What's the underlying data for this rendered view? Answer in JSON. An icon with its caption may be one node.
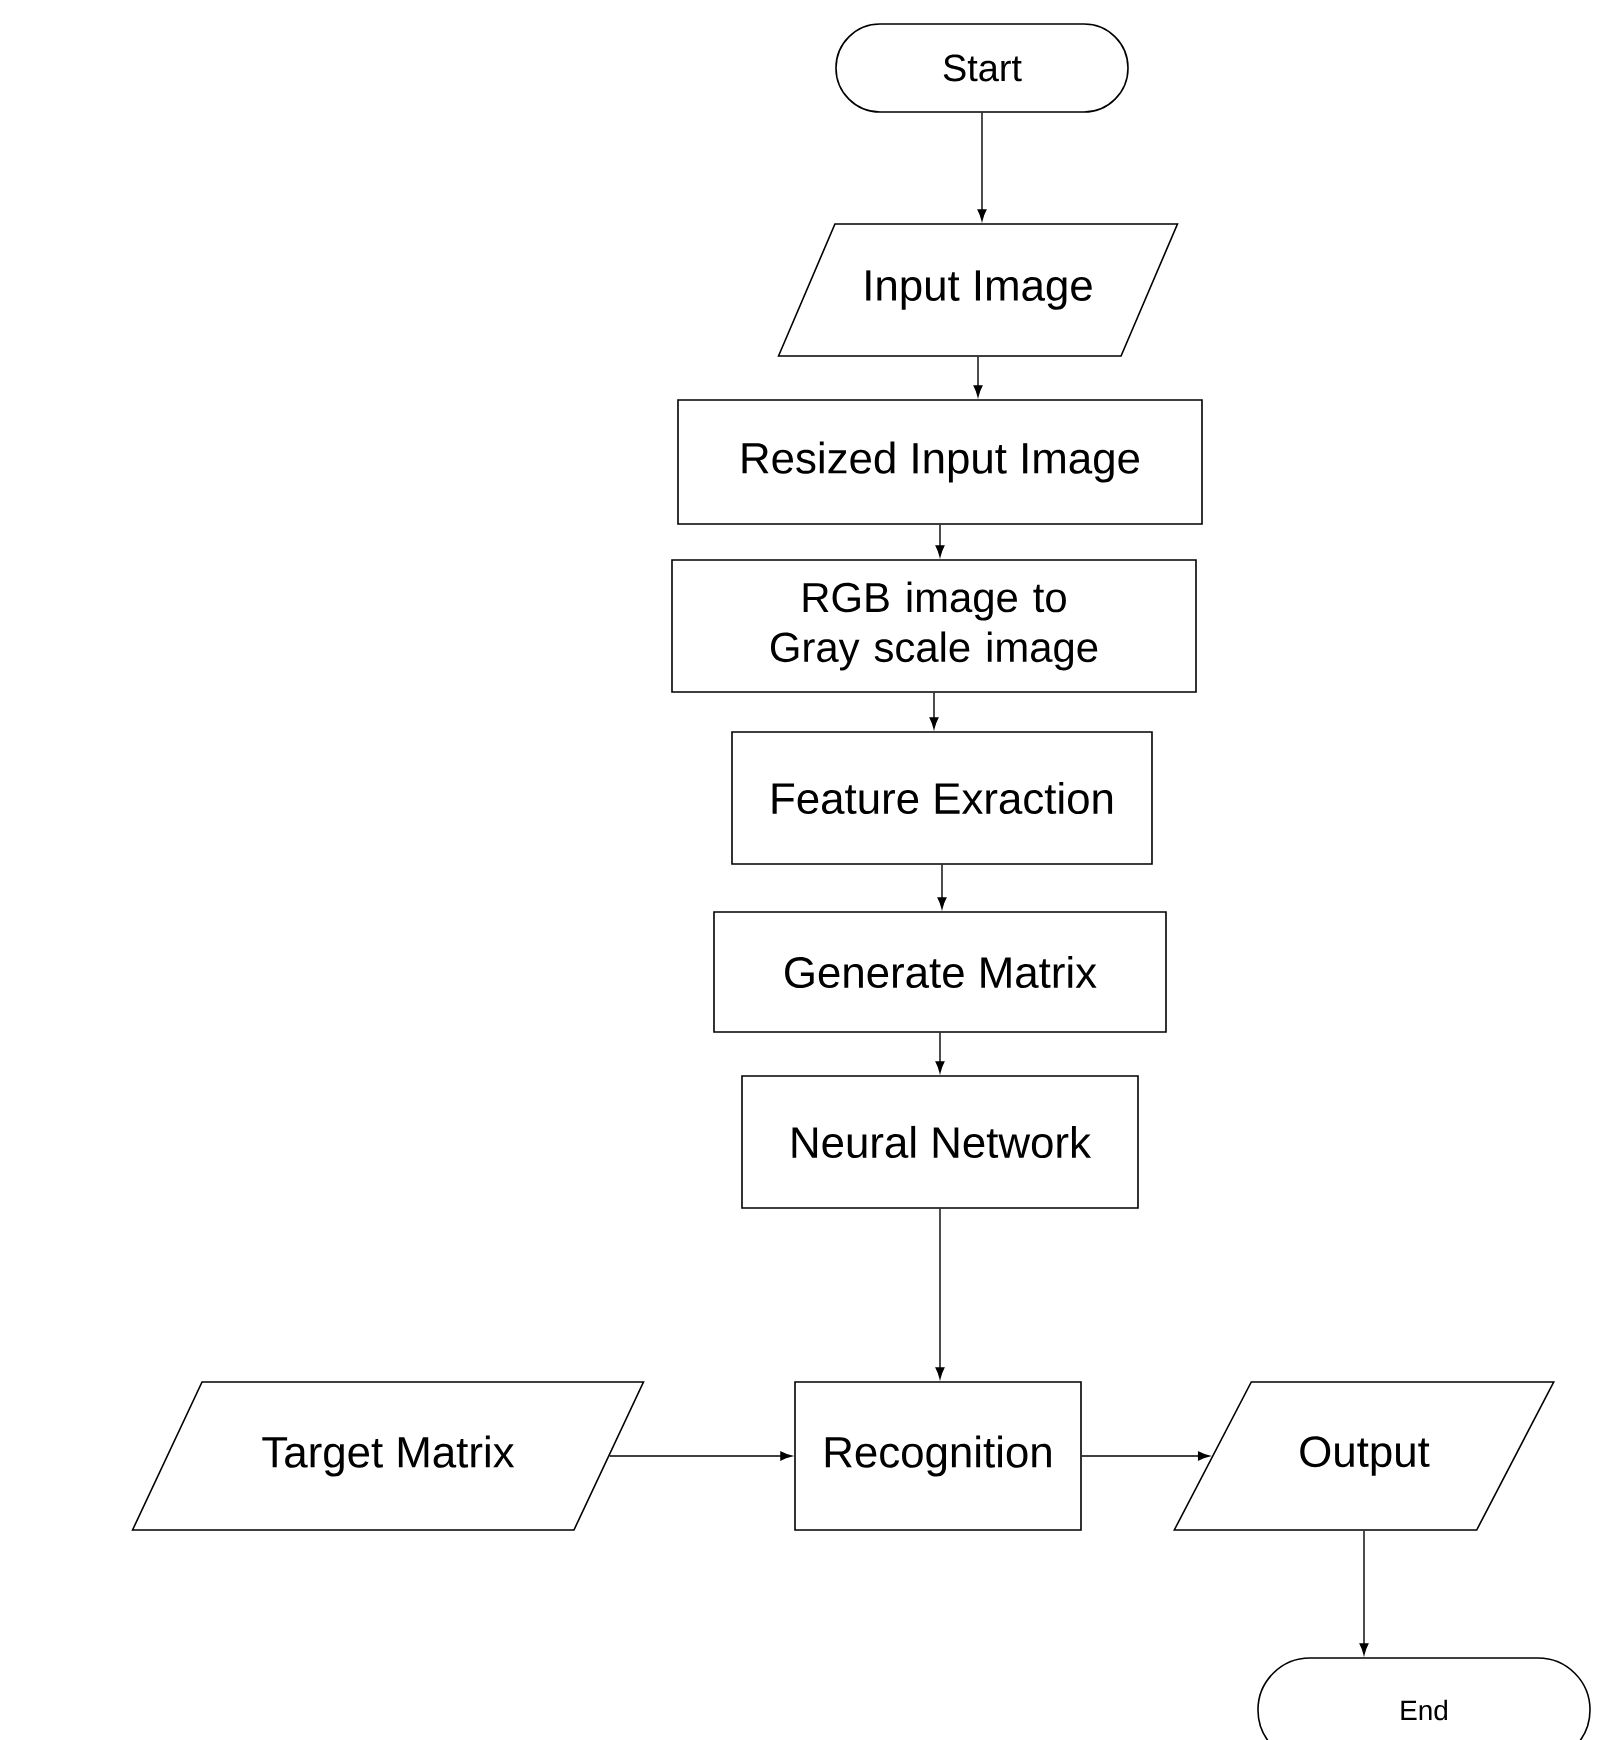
{
  "diagram": {
    "nodes": [
      {
        "text": [
          "Start"
        ]
      },
      {
        "text": [
          "Input Image"
        ]
      },
      {
        "text": [
          "Resized Input Image"
        ]
      },
      {
        "text": [
          "RGB image to Gray scale image"
        ]
      },
      {
        "text": [
          "Feature Exraction"
        ]
      },
      {
        "text": [
          "Generate Matrix"
        ]
      },
      {
        "text": [
          "Neural Network"
        ]
      },
      {
        "text": [
          "Target Matrix"
        ]
      },
      {
        "text": [
          "Recognition"
        ]
      },
      {
        "text": [
          "Output"
        ]
      },
      {
        "text": [
          "End"
        ]
      }
    ],
    "edges": [
      {
        "from": 0,
        "to": 1,
        "arrow": "to"
      },
      {
        "from": 1,
        "to": 2,
        "arrow": "to"
      },
      {
        "from": 2,
        "to": 3,
        "arrow": "to"
      },
      {
        "from": 3,
        "to": 4,
        "arrow": "to"
      },
      {
        "from": 4,
        "to": 5,
        "arrow": "to"
      },
      {
        "from": 5,
        "to": 6,
        "arrow": "to"
      },
      {
        "from": 6,
        "to": 8,
        "arrow": "to"
      },
      {
        "from": 7,
        "to": 8,
        "arrow": "to"
      },
      {
        "from": 8,
        "to": 9,
        "arrow": "to"
      },
      {
        "from": 9,
        "to": 10,
        "arrow": "to"
      }
    ]
  }
}
